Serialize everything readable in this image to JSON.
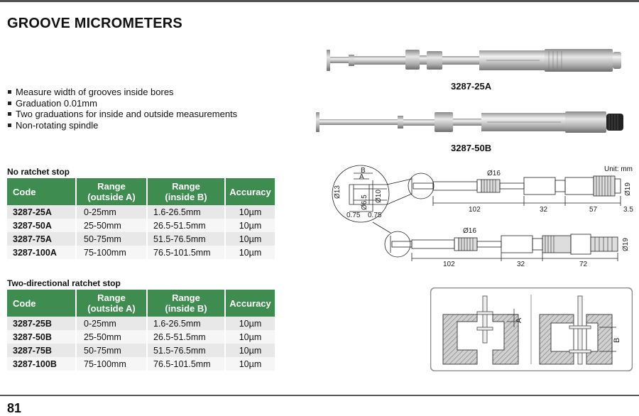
{
  "title": "GROOVE MICROMETERS",
  "features": [
    "Measure width of grooves inside bores",
    "Graduation 0.01mm",
    "Two graduations for inside and outside measurements",
    "Non-rotating spindle"
  ],
  "sections": [
    {
      "title": "No ratchet stop",
      "headers": {
        "code": "Code",
        "range_outside": "Range\n(outside A)",
        "range_inside": "Range\n(inside B)",
        "accuracy": "Accuracy"
      },
      "rows": [
        {
          "code": "3287-25A",
          "outside": "0-25mm",
          "inside": "1.6-26.5mm",
          "accuracy": "10µm"
        },
        {
          "code": "3287-50A",
          "outside": "25-50mm",
          "inside": "26.5-51.5mm",
          "accuracy": "10µm"
        },
        {
          "code": "3287-75A",
          "outside": "50-75mm",
          "inside": "51.5-76.5mm",
          "accuracy": "10µm"
        },
        {
          "code": "3287-100A",
          "outside": "75-100mm",
          "inside": "76.5-101.5mm",
          "accuracy": "10µm"
        }
      ]
    },
    {
      "title": "Two-directional ratchet stop",
      "headers": {
        "code": "Code",
        "range_outside": "Range\n(outside A)",
        "range_inside": "Range\n(inside B)",
        "accuracy": "Accuracy"
      },
      "rows": [
        {
          "code": "3287-25B",
          "outside": "0-25mm",
          "inside": "1.6-26.5mm",
          "accuracy": "10µm"
        },
        {
          "code": "3287-50B",
          "outside": "25-50mm",
          "inside": "26.5-51.5mm",
          "accuracy": "10µm"
        },
        {
          "code": "3287-75B",
          "outside": "50-75mm",
          "inside": "51.5-76.5mm",
          "accuracy": "10µm"
        },
        {
          "code": "3287-100B",
          "outside": "75-100mm",
          "inside": "76.5-101.5mm",
          "accuracy": "10µm"
        }
      ]
    }
  ],
  "products": [
    {
      "label": "3287-25A"
    },
    {
      "label": "3287-50B"
    }
  ],
  "drawing": {
    "unit": "Unit: mm",
    "detail": {
      "b": "B",
      "a": "A",
      "d13": "Ø13",
      "d65": "Ø6.5",
      "d10": "Ø10",
      "w1": "0.75",
      "w2": "0.75"
    },
    "top": {
      "d16": "Ø16",
      "d19": "Ø19",
      "l1": "102",
      "l2": "32",
      "l3": "57",
      "l4": "3.5"
    },
    "bottom": {
      "d16": "Ø16",
      "d19": "Ø19",
      "l1": "102",
      "l2": "32",
      "l3": "72"
    }
  },
  "usage": {
    "a": "A",
    "b": "B"
  },
  "page_number": "81",
  "colors": {
    "header_green": "#3e8c4f",
    "row_dark": "#e8e8e8",
    "row_light": "#f6f6f6",
    "rule": "#555555"
  }
}
